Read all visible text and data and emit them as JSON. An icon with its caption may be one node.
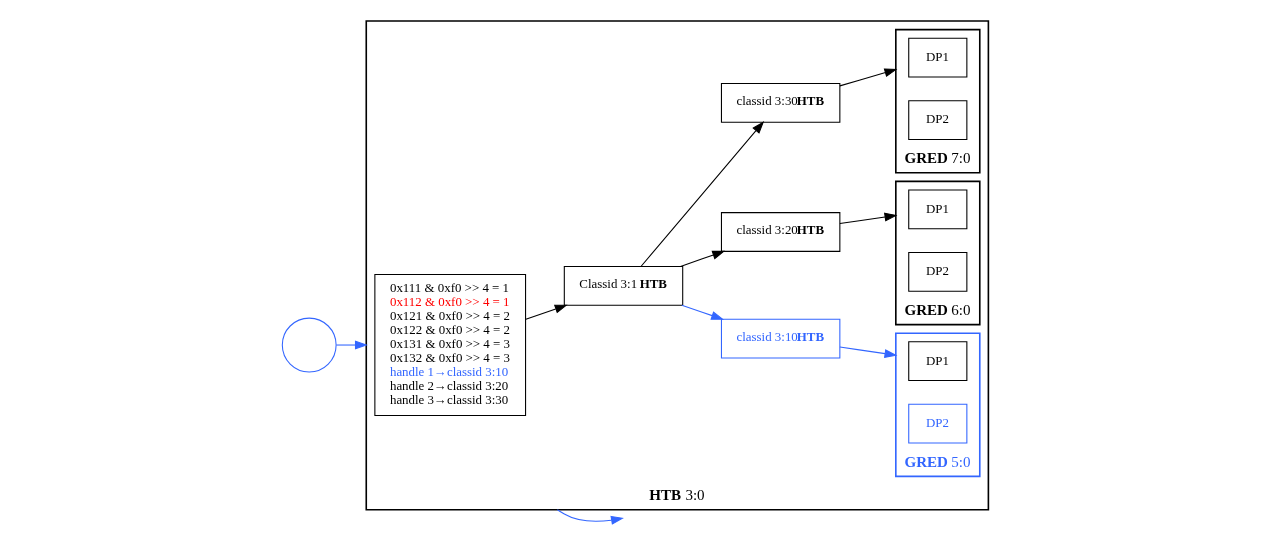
{
  "diagram": {
    "nodes": [
      {
        "text": [],
        "shape": "circle"
      },
      {
        "text": [
          "**HTB** 3:0"
        ]
      },
      {
        "text": [
          "0x111 & 0xf0 >> 4 = 1",
          "0x112 & 0xf0 >> 4 = 1",
          "0x121 & 0xf0 >> 4 = 2",
          "0x122 & 0xf0 >> 4 = 2",
          "0x131 & 0xf0 >> 4 = 3",
          "0x132 & 0xf0 >> 4 = 3",
          "handle 1→classid 3:10",
          "handle 2→classid 3:20",
          "handle 3→classid 3:30"
        ],
        "in": 1
      },
      {
        "text": [
          "Classid 3:1 **HTB**"
        ],
        "in": 1
      },
      {
        "text": [
          "classid 3:10**HTB**"
        ],
        "in": 1
      },
      {
        "text": [
          "classid 3:20**HTB**"
        ],
        "in": 1
      },
      {
        "text": [
          "classid 3:30**HTB**"
        ],
        "in": 1
      },
      {
        "text": [
          "**GRED** 5:0"
        ],
        "in": 1
      },
      {
        "text": [
          "DP1"
        ],
        "in": 7
      },
      {
        "text": [
          "DP2"
        ],
        "in": 7
      },
      {
        "text": [
          "**GRED** 6:0"
        ],
        "in": 1
      },
      {
        "text": [
          "DP1"
        ],
        "in": 10
      },
      {
        "text": [
          "DP2"
        ],
        "in": 10
      },
      {
        "text": [
          "**GRED** 7:0"
        ],
        "in": 1
      },
      {
        "text": [
          "DP1"
        ],
        "in": 13
      },
      {
        "text": [
          "DP2"
        ],
        "in": 13
      }
    ],
    "edges": [
      {
        "from": 0,
        "to": 1,
        "arrow": "to",
        "color": "#3366ff"
      },
      {
        "from": 2,
        "to": 3,
        "arrow": "to"
      },
      {
        "from": 3,
        "to": 4,
        "arrow": "to",
        "color": "#3366ff"
      },
      {
        "from": 3,
        "to": 5,
        "arrow": "to"
      },
      {
        "from": 3,
        "to": 6,
        "arrow": "to"
      },
      {
        "from": 4,
        "to": 7,
        "arrow": "to",
        "color": "#3366ff"
      },
      {
        "from": 5,
        "to": 10,
        "arrow": "to"
      },
      {
        "from": 6,
        "to": 13,
        "arrow": "to"
      },
      {
        "from": 1,
        "to": null,
        "arrow": "to",
        "color": "#3366ff"
      }
    ]
  }
}
